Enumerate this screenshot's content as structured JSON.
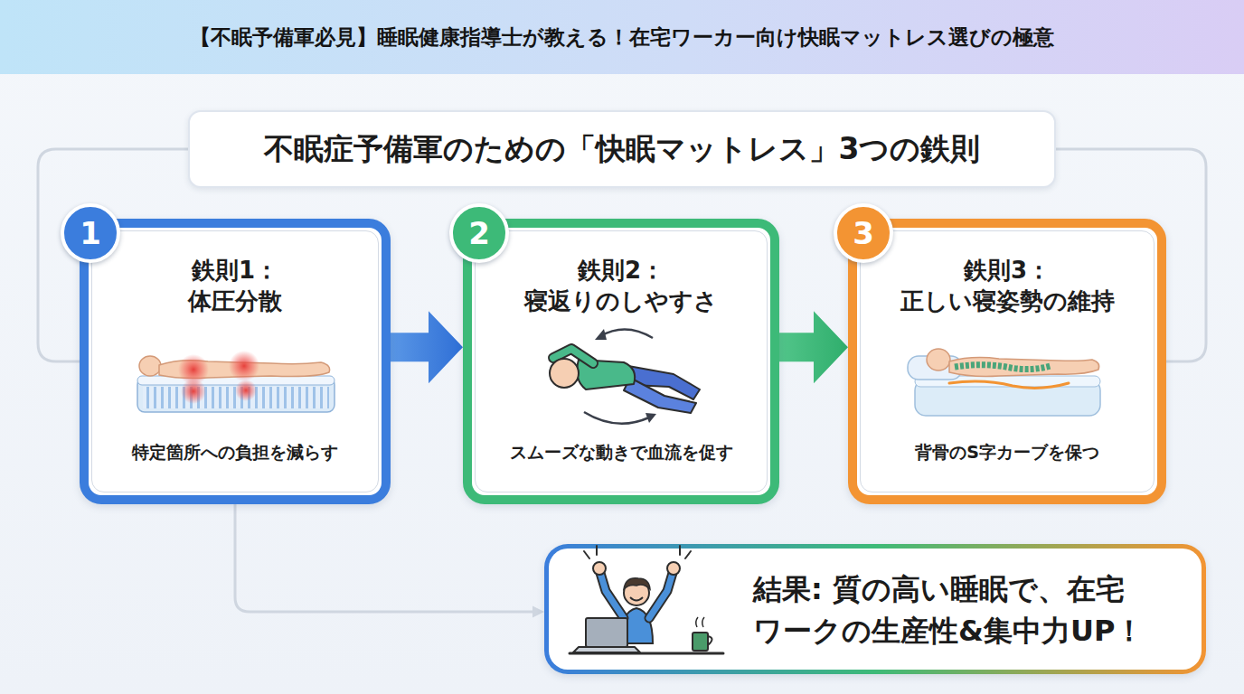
{
  "diagram": {
    "title": "【不眠予備軍必見】睡眠健康指導士が教える！在宅ワーカー向け快眠マットレス選びの極意",
    "nodes": [
      {
        "text": [
          "不眠症予備軍のための「快眠マットレス」3つの鉄則"
        ]
      },
      {
        "text": [
          "鉄則1： 体圧分散",
          "特定箇所への負担を減らす"
        ]
      },
      {
        "text": [
          "1"
        ],
        "in": 1
      },
      {
        "text": [
          "鉄則2： 寝返りのしやすさ",
          "スムーズな動きで血流を促す"
        ]
      },
      {
        "text": [
          "2"
        ],
        "in": 3
      },
      {
        "text": [
          "鉄則3： 正しい寝姿勢の維持",
          "背骨のS字カーブを保つ"
        ]
      },
      {
        "text": [
          "3"
        ],
        "in": 5
      },
      {
        "text": [
          "結果: 質の高い睡眠で、在宅 ワークの生産性&集中力UP！"
        ]
      }
    ],
    "edges": [
      {
        "from": 1,
        "to": 3,
        "arrow": "to"
      },
      {
        "from": 3,
        "to": 5,
        "arrow": "to"
      },
      {
        "from": 0,
        "to": 1,
        "arrow": "none"
      },
      {
        "from": 0,
        "to": 5,
        "arrow": "none"
      },
      {
        "from": 1,
        "to": 7,
        "arrow": "to"
      }
    ]
  }
}
